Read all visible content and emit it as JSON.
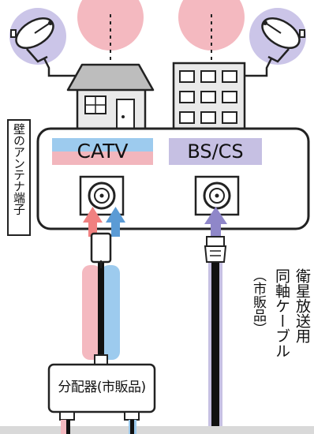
{
  "wall_terminal": {
    "label": "壁のアンテナ端子",
    "catv_label": "CATV",
    "bscs_label": "BS/CS"
  },
  "cable_label": "衛星放送用\n同軸ケーブル\n（市販品）",
  "cable_label_lines": [
    "衛星放送用",
    "同軸ケーブル",
    "（市販品）"
  ],
  "splitter_label": "分配器(市販品)",
  "colors": {
    "catv_red": "#f2b6bd",
    "catv_blue": "#9dcbee",
    "bscs_purple": "#c6c0e3",
    "arrow_red": "#f08080",
    "arrow_blue": "#5b9bd5",
    "arrow_purple": "#8f87c9"
  }
}
